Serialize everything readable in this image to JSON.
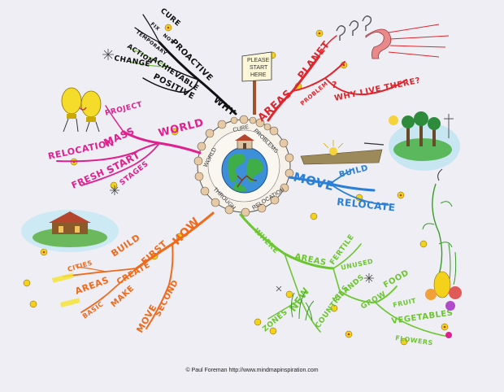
{
  "center": {
    "ring_words": [
      "WORLD",
      "CURE",
      "PROBLEMS",
      "THROUGH",
      "RELOCATION"
    ]
  },
  "sign": {
    "lines": [
      "PLEASE",
      "START",
      "HERE"
    ]
  },
  "branches": {
    "why": {
      "label": "WHY",
      "words": [
        "CURE",
        "FIX",
        "NOT",
        "TEMPORARY",
        "PROACTIVE",
        "ACTION",
        "ACHIEVABLE",
        "CHANGE",
        "POSITIVE"
      ],
      "color": "#111111"
    },
    "areas": {
      "label": "AREAS",
      "words": [
        "PLANET",
        "PROBLEM",
        "?",
        "WHY LIVE THERE?"
      ],
      "color": "#e0262d"
    },
    "world": {
      "label": "WORLD",
      "words": [
        "PROJECT",
        "MASS",
        "RELOCATION",
        "START",
        "FRESH",
        "STAGES"
      ],
      "color": "#e0208f"
    },
    "move": {
      "label": "MOVE",
      "words": [
        "BUILD",
        "RELOCATE"
      ],
      "color": "#2a7fd6"
    },
    "how": {
      "label": "HOW",
      "words": [
        "BUILD",
        "FIRST",
        "CREATE",
        "CITIES",
        "AREAS",
        "BASIC",
        "MAKE",
        "MOVE",
        "SECOND"
      ],
      "color": "#ef6a1c"
    },
    "where": {
      "label": "WHERE",
      "words": [
        "AREAS",
        "FERTILE",
        "UNUSED",
        "ISLANDS",
        "COUNTRIES",
        "NEW",
        "ZONES",
        "GROW",
        "FOOD",
        "FRUIT",
        "VEGETABLES",
        "FLOWERS"
      ],
      "color": "#6cc630"
    }
  },
  "credit": "© Paul Foreman http://www.mindmapinspiration.com"
}
